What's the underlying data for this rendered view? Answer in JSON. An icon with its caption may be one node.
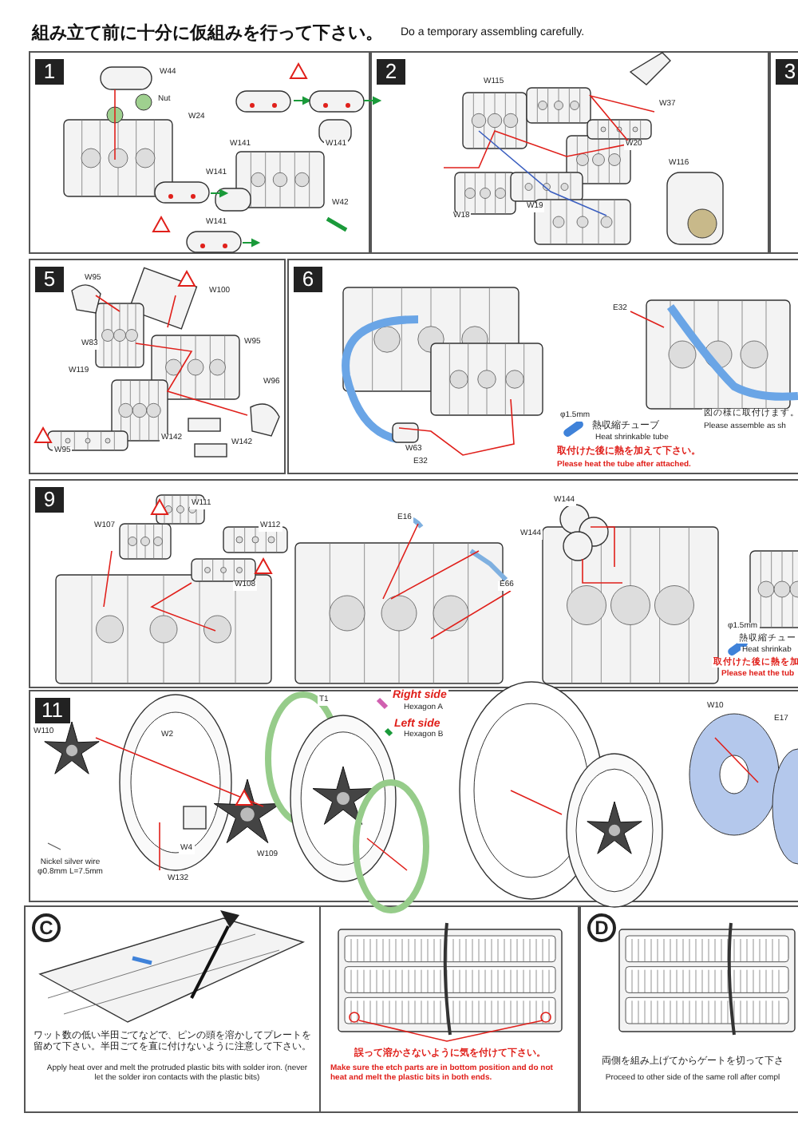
{
  "diagram": {
    "title": "組み立て前に十分に仮組みを行って下さい。",
    "nodes": [
      {
        "text": [
          "1"
        ]
      },
      {
        "text": [
          "2"
        ]
      },
      {
        "text": [
          "3"
        ]
      },
      {
        "text": [
          "5"
        ]
      },
      {
        "text": [
          "6"
        ]
      },
      {
        "text": [
          "9"
        ]
      },
      {
        "text": [
          "11"
        ]
      },
      {
        "text": [
          "C"
        ]
      },
      {
        "text": [],
        "shape": "box"
      },
      {
        "text": [
          "D"
        ]
      }
    ],
    "labels": [
      "Do a temporary assembling carefully.",
      "W44",
      "Nut",
      "W24",
      "W141",
      "W141",
      "W141",
      "W42",
      "W141",
      "W115",
      "W37",
      "W20",
      "W116",
      "W18",
      "W19",
      "W95",
      "W100",
      "W83",
      "W95",
      "W119",
      "W96",
      "W142",
      "W142",
      "W95",
      "E32",
      "W63",
      "E32",
      "φ1.5mm",
      "熱収縮チューブ",
      "Heat shrinkable tube",
      "取付けた後に熱を加えて下さい。",
      "Please heat the tube after attached.",
      "図の様に取付けます。",
      "Please assemble as sh",
      "W107",
      "W111",
      "W112",
      "W108",
      "E16",
      "E66",
      "W144",
      "W144",
      "φ1.5mm",
      "熱収縮チュー",
      "Heat shrinkab",
      "取付けた後に熱を加",
      "Please heat the tub",
      "T1",
      "Right side",
      "Hexagon A",
      "Left side",
      "Hexagon B",
      "W110",
      "W2",
      "W4",
      "W109",
      "W132",
      "Nickel silver wire φ0.8mm L=7.5mm",
      "W10",
      "E17",
      "ワット数の低い半田ごてなどで、ピンの頭を溶かしてプレートを留めて下さい。半田ごてを直に付けないように注意して下さい。",
      "Apply heat over and melt the protruded plastic bits with solder iron. (never let the solder iron contacts with the plastic bits)",
      "誤って溶かさないように気を付けて下さい。",
      "Make sure the etch parts are in bottom position and do not heat and melt the plastic bits in both ends.",
      "両側を組み上げてからゲートを切って下さ",
      "Proceed to other side of the same roll after compl"
    ]
  }
}
